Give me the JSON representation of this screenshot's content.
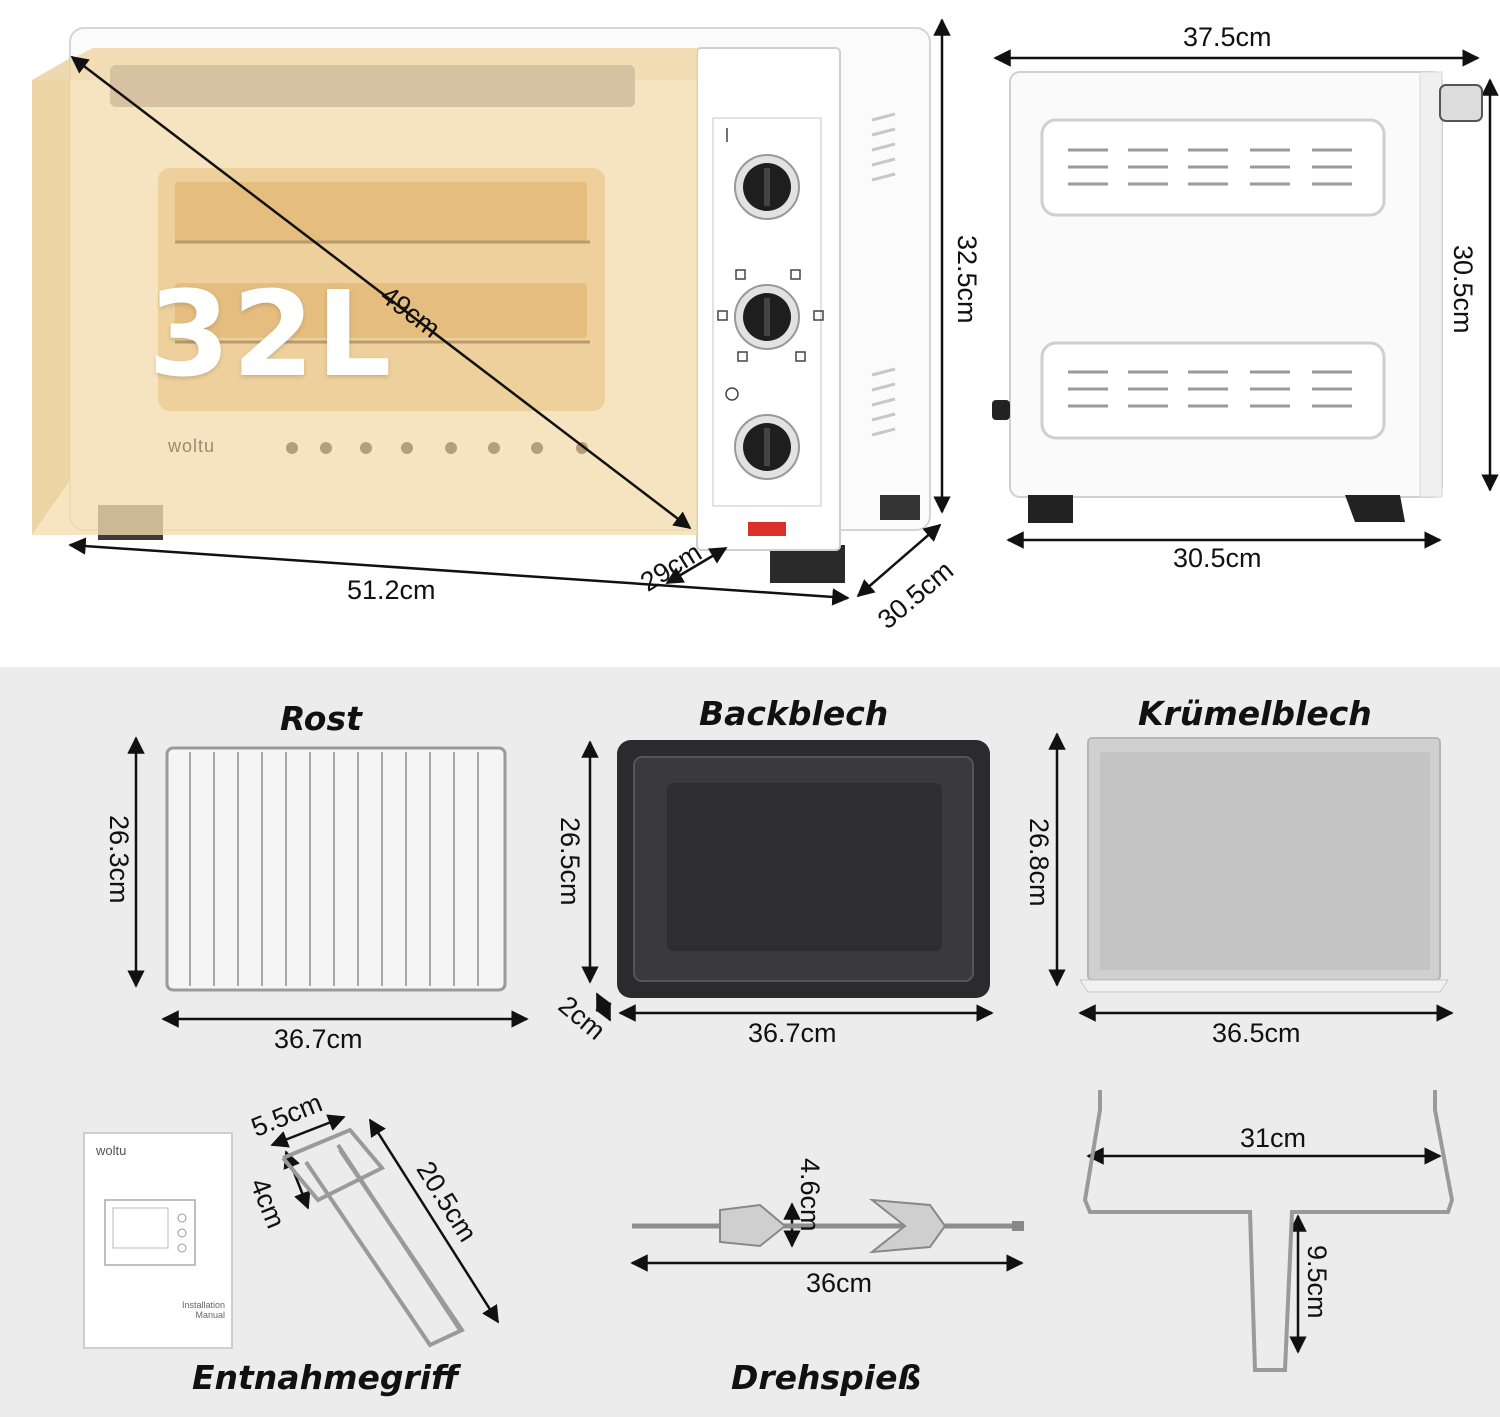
{
  "oven": {
    "capacity": "32L",
    "brand": "woltu",
    "dims": {
      "width": "51.2cm",
      "depth_front": "29cm",
      "depth_side": "30.5cm",
      "height": "32.5cm",
      "diagonal": "49cm"
    },
    "side_view": {
      "top": "37.5cm",
      "height": "30.5cm",
      "bottom": "30.5cm"
    }
  },
  "accessories": {
    "rost": {
      "title": "Rost",
      "height": "26.3cm",
      "width": "36.7cm"
    },
    "backblech": {
      "title": "Backblech",
      "height": "26.5cm",
      "depth": "2cm",
      "width": "36.7cm"
    },
    "kruemelblech": {
      "title": "Krümelblech",
      "height": "26.8cm",
      "width": "36.5cm"
    },
    "manual": {
      "brand": "woltu",
      "caption": "Installation Manual"
    },
    "entnahmegriff": {
      "title": "Entnahmegriff",
      "w": "5.5cm",
      "h": "4cm",
      "len": "20.5cm"
    },
    "drehspiess": {
      "title": "Drehspieß",
      "height": "4.6cm",
      "length": "36cm"
    },
    "gestell": {
      "width": "31cm",
      "height": "9.5cm"
    }
  },
  "colors": {
    "oven_body": "#ffffff",
    "capacity_overlay": "#f5deb0",
    "panel_bg": "#ececec",
    "tray_dark": "#2b2b2d",
    "indicator_red": "#d9302a"
  }
}
